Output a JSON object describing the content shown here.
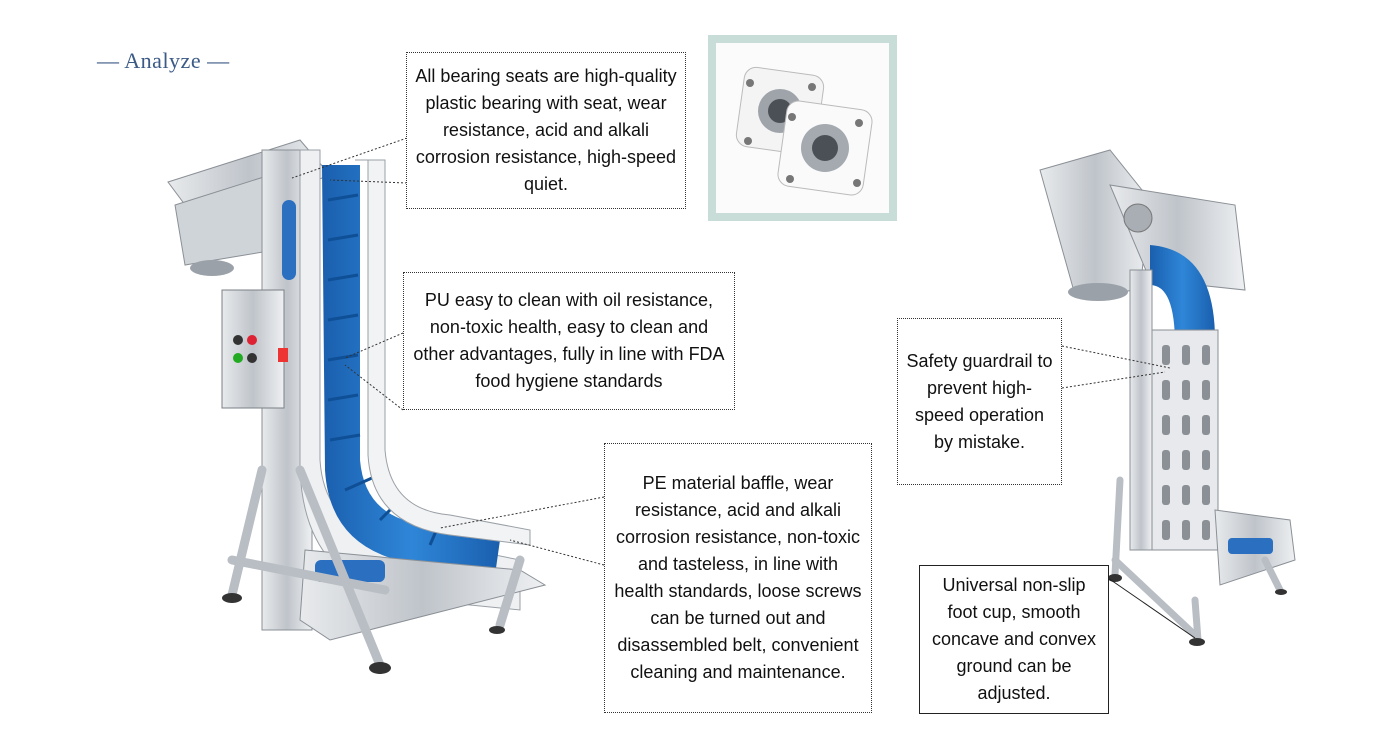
{
  "header": {
    "title": "— Analyze —"
  },
  "callouts": {
    "bearing": "All bearing seats are high-quality plastic bearing with seat, wear resistance, acid and alkali corrosion resistance, high-speed quiet.",
    "pu": "PU easy to clean with oil resistance, non-toxic health, easy to clean and other advantages, fully in line with FDA food hygiene standards",
    "pe": "PE material baffle, wear resistance, acid and alkali corrosion resistance, non-toxic and tasteless, in line with health standards, loose screws can be turned out and disassembled belt, convenient cleaning and maintenance.",
    "guardrail": "Safety guardrail to prevent high-speed operation by mistake.",
    "foot": "Universal non-slip foot cup, smooth concave and convex ground can be adjusted."
  },
  "colors": {
    "belt": "#1f6fc6",
    "steel": "#cfd3d8",
    "header_text": "#3b5a86",
    "inset_border": "#c9ddd8"
  }
}
